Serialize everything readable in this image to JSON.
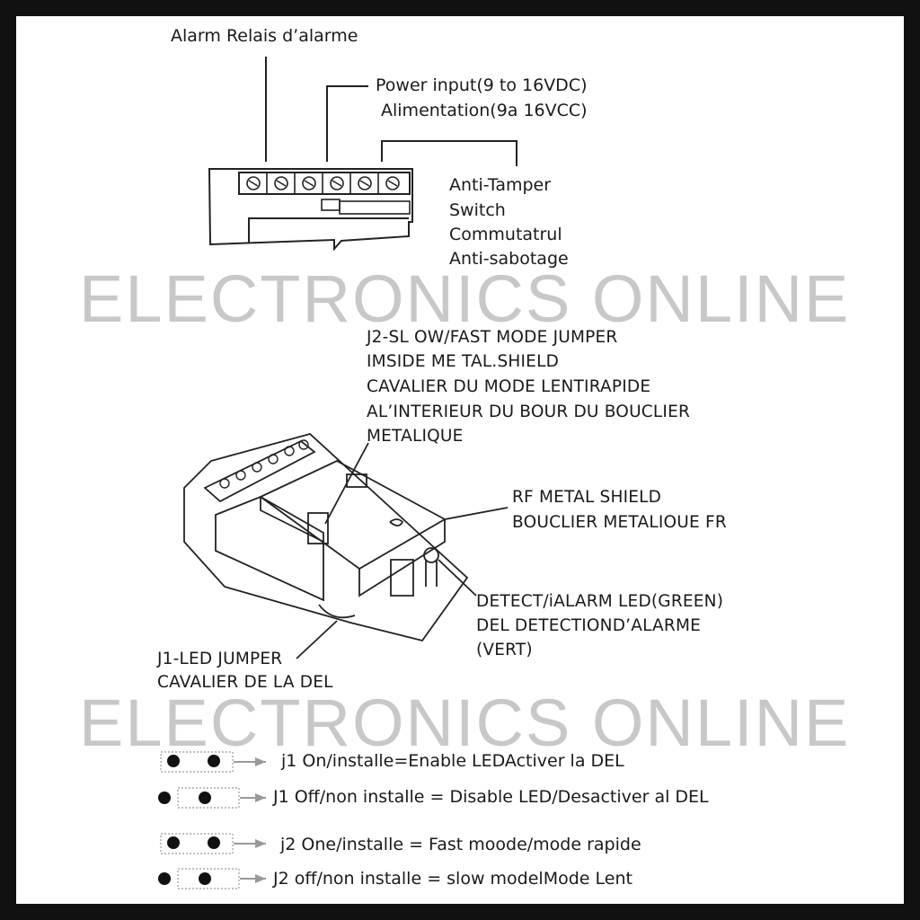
{
  "terminal_labels": {
    "alarm": "Alarm Relais d’alarme",
    "power_en": "Power input(9 to 16VDC)",
    "power_fr": "Alimentation(9a 16VCC)",
    "tamper": [
      "Anti-Tamper",
      "Switch",
      "Commutatrul",
      "Anti-sabotage"
    ]
  },
  "watermark": "ELECTRONICS ONLINE",
  "board_labels": {
    "j2": [
      "J2-SL OW/FAST MODE JUMPER",
      "IMSIDE ME TAL.SHIELD",
      "CAVALIER DU MODE LENTIRAPIDE",
      "AL’INTERIEUR DU BOUR DU BOUCLIER",
      "METALIQUE"
    ],
    "rf": [
      "RF METAL SHIELD",
      "BOUCLIER METALIOUE FR"
    ],
    "led": [
      "DETECT/iALARM LED(GREEN)",
      "DEL DETECTIOND’ALARME",
      "(VERT)"
    ],
    "j1": [
      "J1-LED JUMPER",
      "CAVALIER DE LA DEL"
    ]
  },
  "jumper_settings": [
    {
      "state": "on",
      "text": "j1 On/installe=Enable LEDActiver la DEL"
    },
    {
      "state": "off",
      "text": "J1 Off/non installe = Disable LED/Desactiver al DEL"
    },
    {
      "state": "on",
      "text": "j2 One/installe = Fast moode/mode rapide"
    },
    {
      "state": "off",
      "text": "J2 off/non installe = slow modelMode Lent"
    }
  ]
}
